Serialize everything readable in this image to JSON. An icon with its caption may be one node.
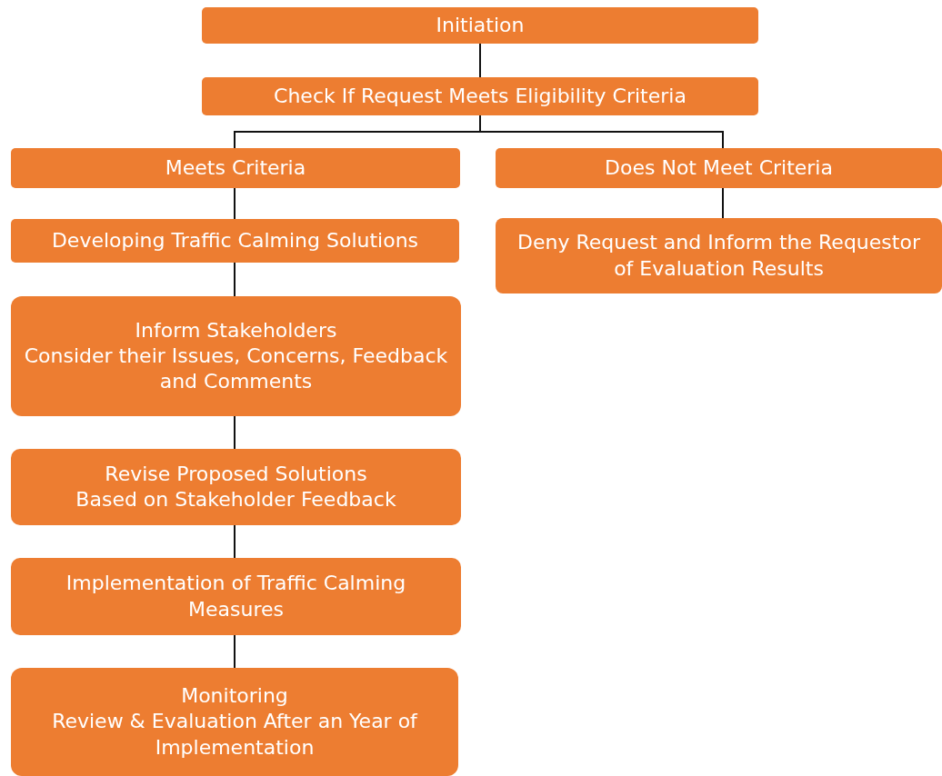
{
  "diagram": {
    "nodes": [
      {
        "text": [
          "Initiation"
        ]
      },
      {
        "text": [
          "Check If Request Meets Eligibility Criteria"
        ]
      },
      {
        "text": [
          "Meets Criteria"
        ]
      },
      {
        "text": [
          "Does Not Meet Criteria"
        ]
      },
      {
        "text": [
          "Developing Traffic Calming Solutions"
        ]
      },
      {
        "text": [
          "Deny Request and Inform the Requestor of Evaluation Results"
        ]
      },
      {
        "text": [
          "Inform Stakeholders",
          "Consider their Issues, Concerns, Feedback and Comments"
        ]
      },
      {
        "text": [
          "Revise Proposed Solutions",
          "Based on Stakeholder Feedback"
        ]
      },
      {
        "text": [
          "Implementation of Traffic Calming Measures"
        ]
      },
      {
        "text": [
          "Monitoring",
          "Review & Evaluation After an Year of Implementation"
        ]
      }
    ],
    "edges": [
      {
        "from": 0,
        "to": 1,
        "arrow": "none"
      },
      {
        "from": 1,
        "to": 2,
        "arrow": "none"
      },
      {
        "from": 1,
        "to": 3,
        "arrow": "none"
      },
      {
        "from": 2,
        "to": 4,
        "arrow": "none"
      },
      {
        "from": 3,
        "to": 5,
        "arrow": "none"
      },
      {
        "from": 4,
        "to": 6,
        "arrow": "none"
      },
      {
        "from": 6,
        "to": 7,
        "arrow": "none"
      },
      {
        "from": 7,
        "to": 8,
        "arrow": "none"
      },
      {
        "from": 8,
        "to": 9,
        "arrow": "none"
      }
    ]
  }
}
